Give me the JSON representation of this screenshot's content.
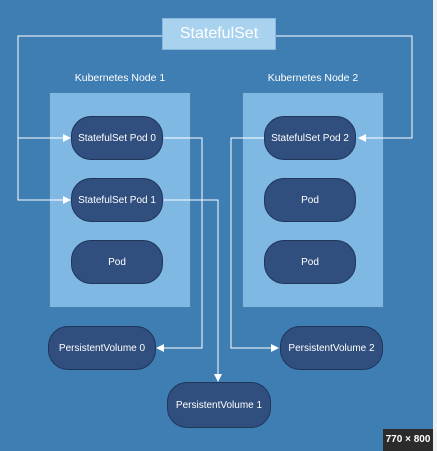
{
  "diagram": {
    "title": "StatefulSet",
    "nodes": [
      {
        "label": "Kubernetes Node 1",
        "pods": [
          "StatefulSet Pod 0",
          "StatefulSet Pod 1",
          "Pod"
        ]
      },
      {
        "label": "Kubernetes Node 2",
        "pods": [
          "StatefulSet Pod 2",
          "Pod",
          "Pod"
        ]
      }
    ],
    "volumes": [
      "PersistentVolume 0",
      "PersistentVolume 1",
      "PersistentVolume 2"
    ]
  },
  "image_size_badge": "770 × 800",
  "colors": {
    "background": "#3f7eb3",
    "title_box": "#a9d2ef",
    "node_box": "#80b8e4",
    "pod": "#304f7e",
    "line": "#ffffff"
  }
}
